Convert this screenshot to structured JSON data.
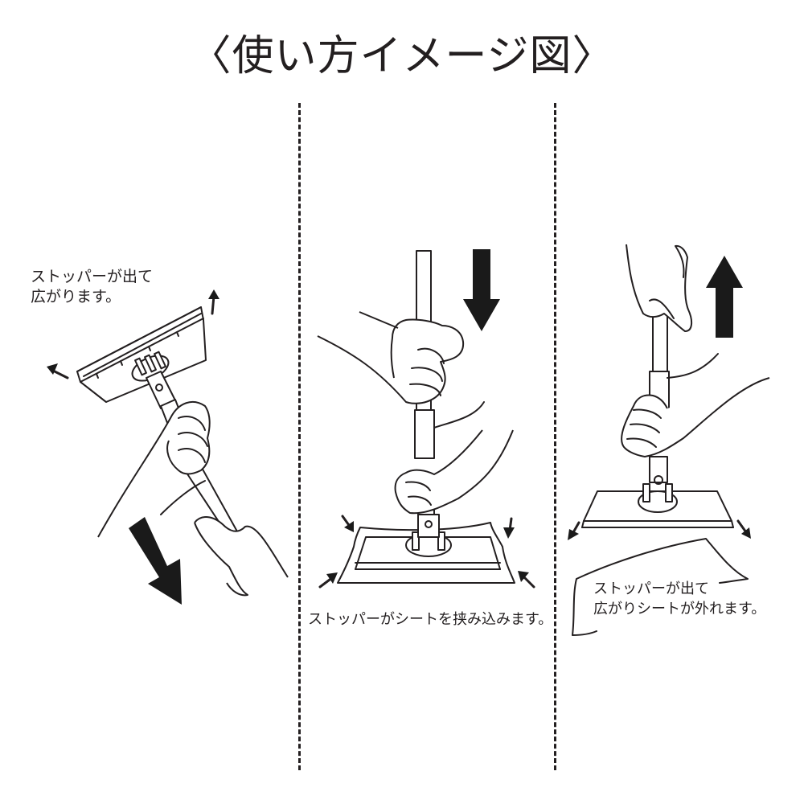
{
  "title": "〈使い方イメージ図〉",
  "panels": [
    {
      "id": "step-1",
      "caption_lines": [
        "ストッパーが出て",
        "広がります。"
      ],
      "arrows": {
        "big": "down-right",
        "small": [
          "up-left",
          "up"
        ]
      }
    },
    {
      "id": "step-2",
      "caption_lines": [
        "ストッパーがシートを挟み込みます。"
      ],
      "arrows": {
        "big": "down",
        "small": [
          "down-right",
          "down-left",
          "up-right",
          "up-left"
        ]
      }
    },
    {
      "id": "step-3",
      "caption_lines": [
        "ストッパーが出て",
        "広がりシートが外れます。"
      ],
      "arrows": {
        "big": "up",
        "small": [
          "down-left",
          "down-right"
        ]
      }
    }
  ],
  "colors": {
    "ink": "#231f20",
    "background": "#ffffff",
    "arrow_fill": "#1a1a1a"
  }
}
